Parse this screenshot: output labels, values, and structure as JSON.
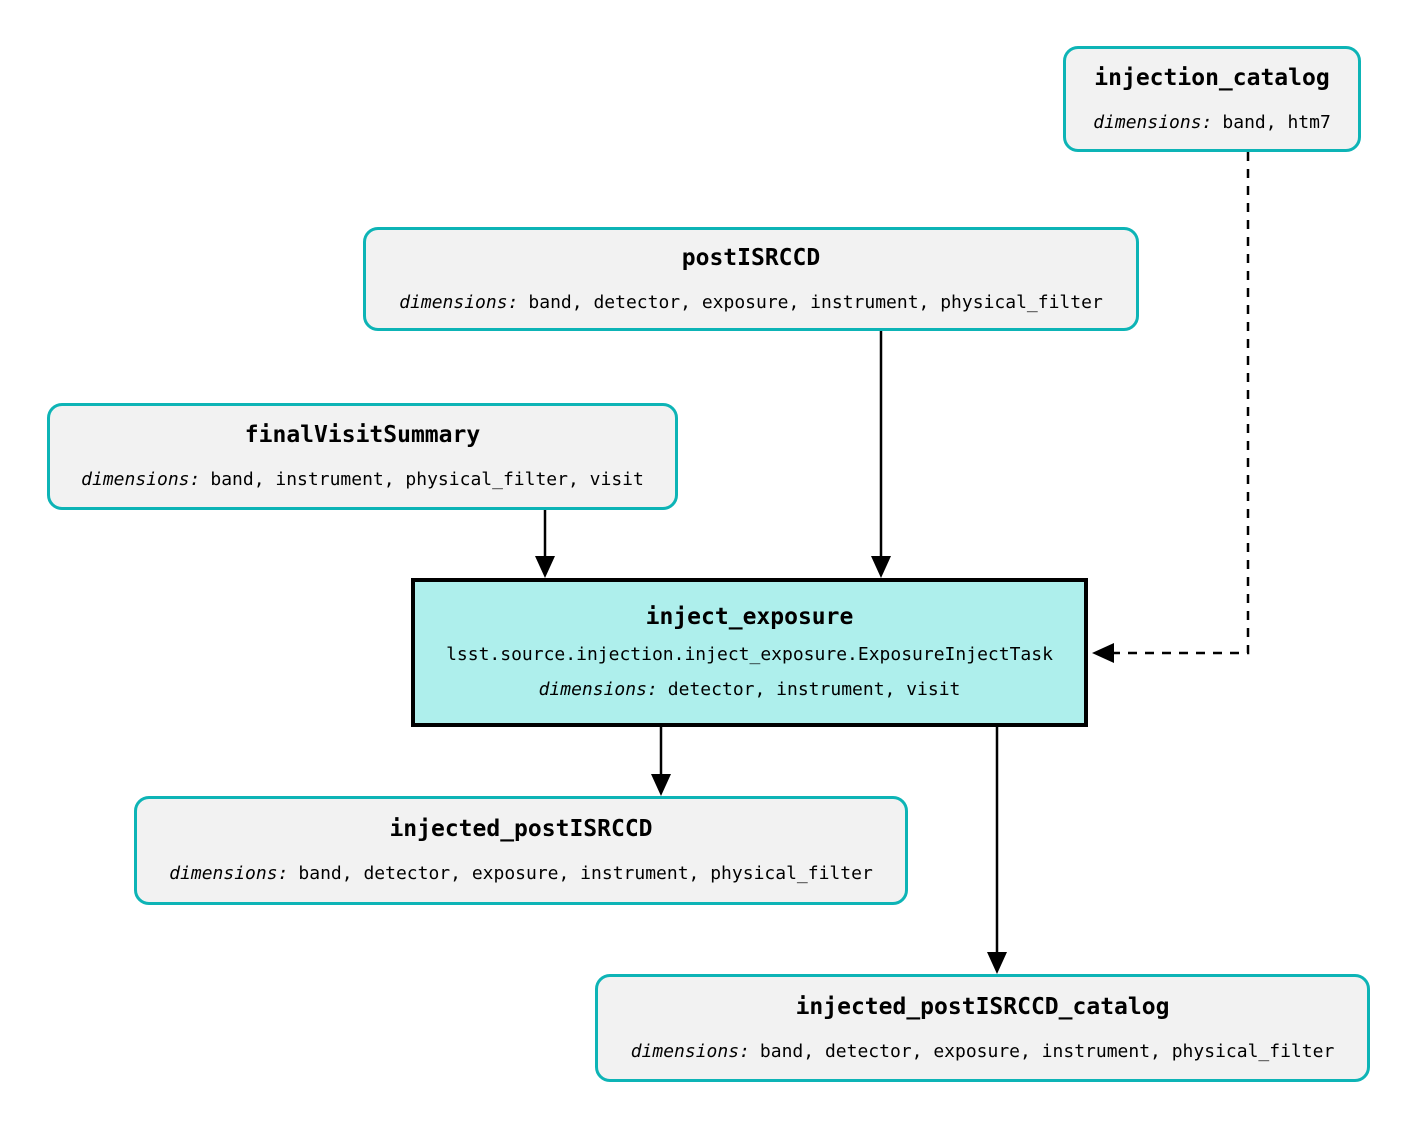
{
  "diagram": {
    "type": "pipeline-task-graph",
    "nodes": [
      {
        "id": "injection_catalog",
        "kind": "dataset",
        "title": "injection_catalog",
        "dim_label": "dimensions:",
        "dims": "band, htm7"
      },
      {
        "id": "postISRCCD",
        "kind": "dataset",
        "title": "postISRCCD",
        "dim_label": "dimensions:",
        "dims": "band, detector, exposure, instrument, physical_filter"
      },
      {
        "id": "finalVisitSummary",
        "kind": "dataset",
        "title": "finalVisitSummary",
        "dim_label": "dimensions:",
        "dims": "band, instrument, physical_filter, visit"
      },
      {
        "id": "inject_exposure",
        "kind": "task",
        "title": "inject_exposure",
        "task_class": "lsst.source.injection.inject_exposure.ExposureInjectTask",
        "dim_label": "dimensions:",
        "dims": "detector, instrument, visit"
      },
      {
        "id": "injected_postISRCCD",
        "kind": "dataset",
        "title": "injected_postISRCCD",
        "dim_label": "dimensions:",
        "dims": "band, detector, exposure, instrument, physical_filter"
      },
      {
        "id": "injected_postISRCCD_catalog",
        "kind": "dataset",
        "title": "injected_postISRCCD_catalog",
        "dim_label": "dimensions:",
        "dims": "band, detector, exposure, instrument, physical_filter"
      }
    ],
    "edges": [
      {
        "from": "finalVisitSummary",
        "to": "inject_exposure",
        "style": "solid"
      },
      {
        "from": "postISRCCD",
        "to": "inject_exposure",
        "style": "solid"
      },
      {
        "from": "injection_catalog",
        "to": "inject_exposure",
        "style": "dashed"
      },
      {
        "from": "inject_exposure",
        "to": "injected_postISRCCD",
        "style": "solid"
      },
      {
        "from": "inject_exposure",
        "to": "injected_postISRCCD_catalog",
        "style": "solid"
      }
    ],
    "colors": {
      "dataset_border": "#0db4b6",
      "dataset_fill": "#f2f2f2",
      "task_fill": "#aeefec",
      "task_border": "#000000",
      "edge": "#000000",
      "background": "#ffffff"
    }
  }
}
